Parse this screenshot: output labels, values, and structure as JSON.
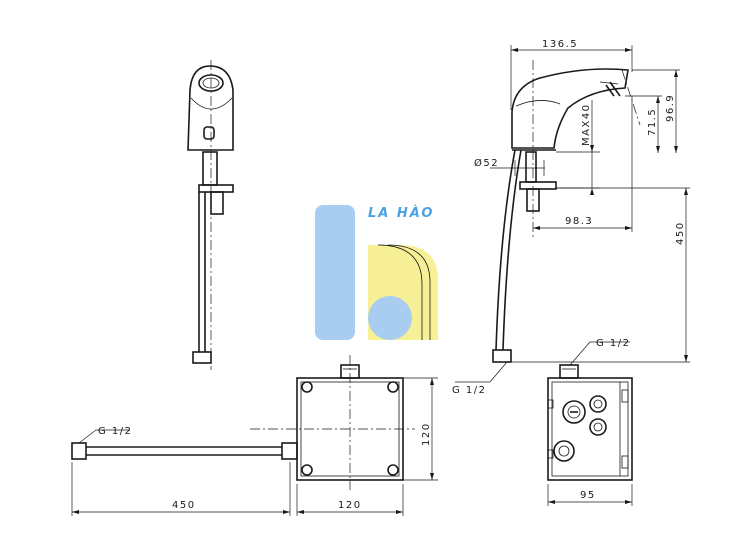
{
  "logo": {
    "text": "LA HÀO",
    "colors": {
      "blue": "#a8cdf0",
      "yellow": "#f7f096",
      "text": "#4aa3e0"
    }
  },
  "dimensions": {
    "spout_length": "136.5",
    "height_spout": "71.5",
    "height_total_top": "96.9",
    "max_deck": "MAX40",
    "hole_diameter": "Ø52",
    "reach": "98.3",
    "hose_length_vertical": "450",
    "thread_top": "G 1/2",
    "thread_left": "G 1/2",
    "thread_hose": "G 1/2",
    "hose_length_horizontal": "450",
    "box_width": "120",
    "box_height": "120",
    "box_depth": "95"
  }
}
